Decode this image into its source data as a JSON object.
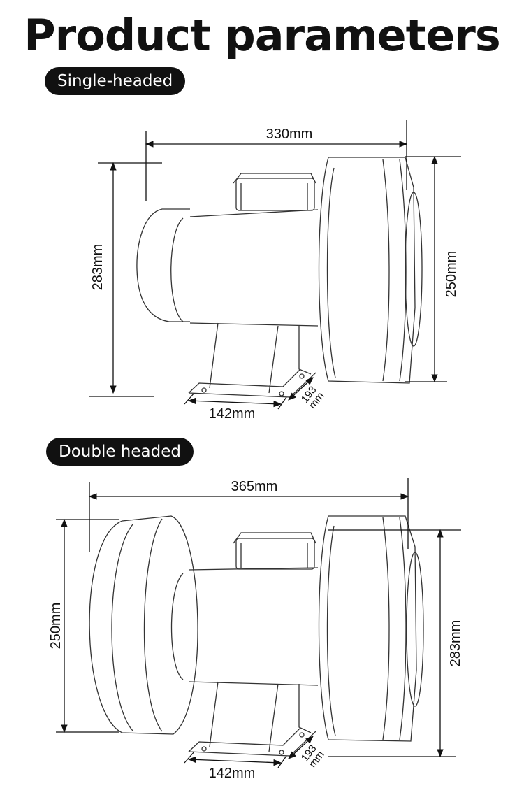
{
  "page_title": "Product parameters",
  "sections": {
    "single": {
      "label": "Single-headed",
      "dimensions": {
        "length": "330mm",
        "height_left": "283mm",
        "height_right": "250mm",
        "base_width": "142mm",
        "base_depth": "193\nmm"
      }
    },
    "double": {
      "label": "Double headed",
      "dimensions": {
        "length": "365mm",
        "height_left": "250mm",
        "height_right": "283mm",
        "base_width": "142mm",
        "base_depth": "193\nmm"
      }
    }
  }
}
